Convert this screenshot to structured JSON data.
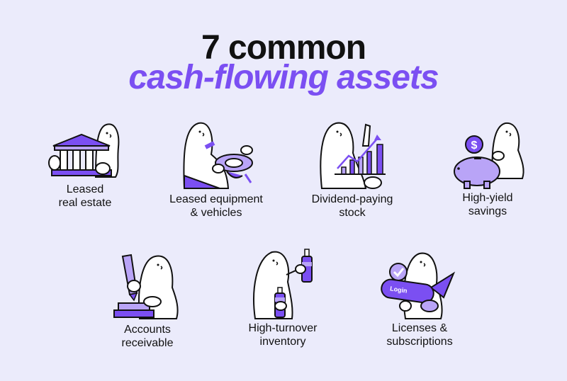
{
  "title": {
    "line1": "7 common",
    "line2": "cash-flowing assets"
  },
  "colors": {
    "background": "#ebebfb",
    "accent": "#7b4ff2",
    "accent_light": "#b9a4f7",
    "ink": "#111111"
  },
  "items": [
    {
      "icon": "bank-building-icon",
      "line1": "Leased",
      "line2": "real estate"
    },
    {
      "icon": "equipment-vehicle-icon",
      "line1": "Leased equipment",
      "line2": "& vehicles"
    },
    {
      "icon": "growth-chart-icon",
      "line1": "Dividend-paying",
      "line2": "stock"
    },
    {
      "icon": "piggy-bank-icon",
      "line1": "High-yield",
      "line2": "savings"
    },
    {
      "icon": "pen-receipt-icon",
      "line1": "Accounts",
      "line2": "receivable"
    },
    {
      "icon": "bottles-inventory-icon",
      "line1": "High-turnover",
      "line2": "inventory"
    },
    {
      "icon": "login-ticket-icon",
      "line1": "Licenses &",
      "line2": "subscriptions",
      "badge": "Login"
    }
  ]
}
